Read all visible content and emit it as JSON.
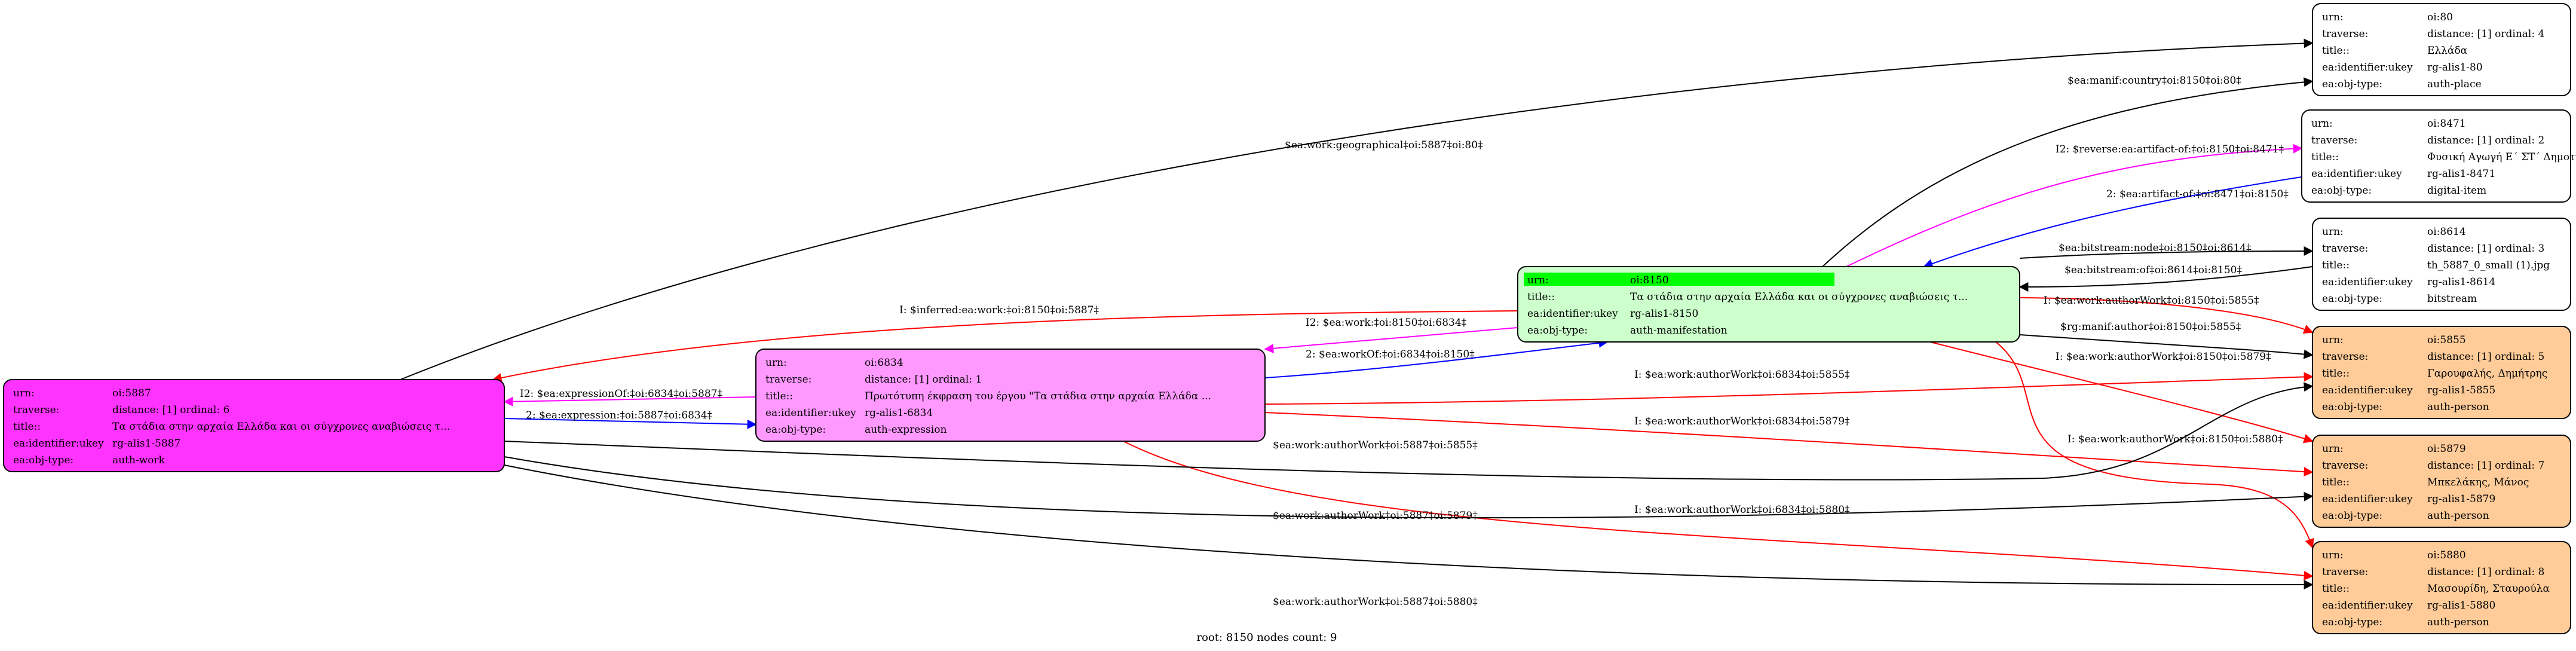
{
  "footer": "root: 8150 nodes count: 9",
  "colors": {
    "work": "#ff33ff",
    "expression": "#ff99ff",
    "manifestation": "#ccffcc",
    "manifestation_header": "#00ff00",
    "person": "#ffcc99",
    "plain": "#ffffff",
    "edge_black": "#000000",
    "edge_red": "#ff0000",
    "edge_blue": "#0000ff",
    "edge_magenta": "#ff00ff"
  },
  "nodes": [
    {
      "id": "oi80",
      "style": "plain",
      "rows": [
        [
          "urn:",
          "oi:80"
        ],
        [
          "traverse:",
          "distance: [1]     ordinal: 4"
        ],
        [
          "title::",
          "Ελλάδα"
        ],
        [
          "ea:identifier:ukey",
          "rg-alis1-80"
        ],
        [
          "ea:obj-type:",
          "auth-place"
        ]
      ]
    },
    {
      "id": "oi8471",
      "style": "plain",
      "rows": [
        [
          "urn:",
          "oi:8471"
        ],
        [
          "traverse:",
          "distance: [1]     ordinal: 2"
        ],
        [
          "title::",
          "Φυσική Αγωγή Ε΄ ΣΤ΄ Δημοτικού"
        ],
        [
          "ea:identifier:ukey",
          "rg-alis1-8471"
        ],
        [
          "ea:obj-type:",
          "digital-item"
        ]
      ]
    },
    {
      "id": "oi8614",
      "style": "plain",
      "rows": [
        [
          "urn:",
          "oi:8614"
        ],
        [
          "traverse:",
          "distance: [1]     ordinal: 3"
        ],
        [
          "title::",
          "th_5887_0_small (1).jpg"
        ],
        [
          "ea:identifier:ukey",
          "rg-alis1-8614"
        ],
        [
          "ea:obj-type:",
          "bitstream"
        ]
      ]
    },
    {
      "id": "oi8150",
      "style": "manifestation",
      "rows": [
        [
          "urn:",
          "oi:8150"
        ],
        [
          "title::",
          "Τα στάδια στην αρχαία Ελλάδα και οι σύγχρονες αναβιώσεις τ..."
        ],
        [
          "ea:identifier:ukey",
          "rg-alis1-8150"
        ],
        [
          "ea:obj-type:",
          "auth-manifestation"
        ]
      ]
    },
    {
      "id": "oi5855",
      "style": "person",
      "rows": [
        [
          "urn:",
          "oi:5855"
        ],
        [
          "traverse:",
          "distance: [1]     ordinal: 5"
        ],
        [
          "title::",
          "Γαρουφαλής, Δημήτρης"
        ],
        [
          "ea:identifier:ukey",
          "rg-alis1-5855"
        ],
        [
          "ea:obj-type:",
          "auth-person"
        ]
      ]
    },
    {
      "id": "oi6834",
      "style": "expression",
      "rows": [
        [
          "urn:",
          "oi:6834"
        ],
        [
          "traverse:",
          "distance: [1]     ordinal: 1"
        ],
        [
          "title::",
          "Πρωτότυπη έκφραση του έργου \"Τα στάδια στην αρχαία Ελλάδα ..."
        ],
        [
          "ea:identifier:ukey",
          "rg-alis1-6834"
        ],
        [
          "ea:obj-type:",
          "auth-expression"
        ]
      ]
    },
    {
      "id": "oi5887",
      "style": "work",
      "rows": [
        [
          "urn:",
          "oi:5887"
        ],
        [
          "traverse:",
          "distance: [1]     ordinal: 6"
        ],
        [
          "title::",
          "Τα στάδια στην αρχαία Ελλάδα και οι σύγχρονες αναβιώσεις τ..."
        ],
        [
          "ea:identifier:ukey",
          "rg-alis1-5887"
        ],
        [
          "ea:obj-type:",
          "auth-work"
        ]
      ]
    },
    {
      "id": "oi5879",
      "style": "person",
      "rows": [
        [
          "urn:",
          "oi:5879"
        ],
        [
          "traverse:",
          "distance: [1]     ordinal: 7"
        ],
        [
          "title::",
          "Μπκελάκης, Μάνος"
        ],
        [
          "ea:identifier:ukey",
          "rg-alis1-5879"
        ],
        [
          "ea:obj-type:",
          "auth-person"
        ]
      ]
    },
    {
      "id": "oi5880",
      "style": "person",
      "rows": [
        [
          "urn:",
          "oi:5880"
        ],
        [
          "traverse:",
          "distance: [1]     ordinal: 8"
        ],
        [
          "title::",
          "Μασουρίδη, Σταυρούλα"
        ],
        [
          "ea:identifier:ukey",
          "rg-alis1-5880"
        ],
        [
          "ea:obj-type:",
          "auth-person"
        ]
      ]
    }
  ],
  "edges": [
    {
      "id": "e1",
      "color": "edge_black",
      "label": "$ea:work:geographical‡oi:5887‡oi:80‡"
    },
    {
      "id": "e2",
      "color": "edge_black",
      "label": "$ea:manif:country‡oi:8150‡oi:80‡"
    },
    {
      "id": "e3",
      "color": "edge_magenta",
      "label": "I2: $reverse:ea:artifact-of:‡oi:8150‡oi:8471‡"
    },
    {
      "id": "e4",
      "color": "edge_blue",
      "label": "2: $ea:artifact-of:‡oi:8471‡oi:8150‡"
    },
    {
      "id": "e5",
      "color": "edge_black",
      "label": "$ea:bitstream:node‡oi:8150‡oi:8614‡"
    },
    {
      "id": "e6",
      "color": "edge_black",
      "label": "$ea:bitstream:of‡oi:8614‡oi:8150‡"
    },
    {
      "id": "e7",
      "color": "edge_red",
      "label": "I: $inferred:ea:work:‡oi:8150‡oi:5887‡"
    },
    {
      "id": "e8",
      "color": "edge_magenta",
      "label": "I2: $ea:work:‡oi:8150‡oi:6834‡"
    },
    {
      "id": "e9",
      "color": "edge_blue",
      "label": "2: $ea:workOf:‡oi:6834‡oi:8150‡"
    },
    {
      "id": "e10",
      "color": "edge_red",
      "label": "I: $ea:work:authorWork‡oi:8150‡oi:5855‡"
    },
    {
      "id": "e11",
      "color": "edge_black",
      "label": "$rg:manif:author‡oi:8150‡oi:5855‡"
    },
    {
      "id": "e12",
      "color": "edge_red",
      "label": "I: $ea:work:authorWork‡oi:8150‡oi:5879‡"
    },
    {
      "id": "e13",
      "color": "edge_red",
      "label": "I: $ea:work:authorWork‡oi:8150‡oi:5880‡"
    },
    {
      "id": "e14",
      "color": "edge_magenta",
      "label": "I2: $ea:expressionOf:‡oi:6834‡oi:5887‡"
    },
    {
      "id": "e15",
      "color": "edge_blue",
      "label": "2: $ea:expression:‡oi:5887‡oi:6834‡"
    },
    {
      "id": "e16",
      "color": "edge_red",
      "label": "I: $ea:work:authorWork‡oi:6834‡oi:5855‡"
    },
    {
      "id": "e17",
      "color": "edge_red",
      "label": "I: $ea:work:authorWork‡oi:6834‡oi:5879‡"
    },
    {
      "id": "e18",
      "color": "edge_red",
      "label": "I: $ea:work:authorWork‡oi:6834‡oi:5880‡"
    },
    {
      "id": "e19",
      "color": "edge_black",
      "label": "$ea:work:authorWork‡oi:5887‡oi:5855‡"
    },
    {
      "id": "e20",
      "color": "edge_black",
      "label": "$ea:work:authorWork‡oi:5887‡oi:5879‡"
    },
    {
      "id": "e21",
      "color": "edge_black",
      "label": "$ea:work:authorWork‡oi:5887‡oi:5880‡"
    }
  ]
}
